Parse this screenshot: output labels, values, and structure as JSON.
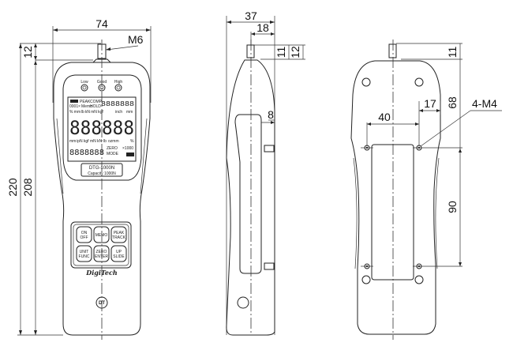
{
  "drawing": {
    "front_view": {
      "dim_width": "74",
      "dim_hook_height": "12",
      "dim_total_height": "220",
      "dim_body_height": "208",
      "thread_label": "M6",
      "indicators": [
        "Low",
        "Good",
        "High"
      ],
      "lcd": {
        "top_labels": [
          "PEAK",
          "COMP",
          "HOLD"
        ],
        "left_labels": [
          "0001",
          "×",
          "Memo"
        ],
        "unit_row_top": [
          "%",
          "mm",
          "lb",
          "kN",
          "mN",
          "kgf",
          "inch",
          "mm"
        ],
        "main_digits": "888888",
        "small_digits_top": "8888888",
        "unit_row_bottom": [
          "mm",
          "ipN",
          "kgf",
          "mN",
          "kN",
          "lb",
          "ozmm",
          "%"
        ],
        "small_digits_bottom": "8888888",
        "side_labels": [
          "ZERO",
          "MODE",
          "×1000"
        ]
      },
      "model_label": "DTG-1000N",
      "capacity_label": "Capacity 1000N",
      "buttons": [
        {
          "line1": "ON",
          "line2": "OFF"
        },
        {
          "line1": "MEMO",
          "line2": ""
        },
        {
          "line1": "PEAK",
          "line2": "TRACK"
        },
        {
          "line1": "UNIT",
          "line2": "FUNC"
        },
        {
          "line1": "ZERO",
          "line2": "ENTER"
        },
        {
          "line1": "UP",
          "line2": "SLIDE"
        }
      ],
      "brand_logo": "DigiTech",
      "badge_logo": "DT"
    },
    "side_view": {
      "dim_depth": "37",
      "dim_shaft_offset": "18",
      "dim_shaft_height_11": "11",
      "dim_shaft_height_12": "12",
      "dim_edge": "8"
    },
    "back_view": {
      "dim_shaft_height": "11",
      "dim_top_to_holes": "68",
      "dim_hole_spacing": "40",
      "dim_edge_to_hole": "17",
      "dim_hole_vertical": "90",
      "hole_label": "4-M4"
    }
  }
}
